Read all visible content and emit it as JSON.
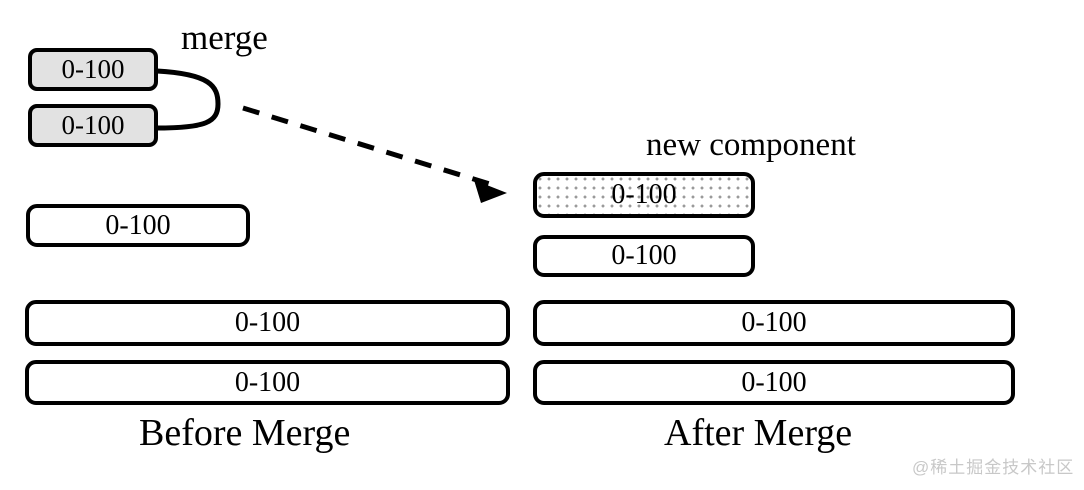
{
  "diagram": {
    "title_left": "Before Merge",
    "title_right": "After Merge",
    "annotations": {
      "merge": "merge",
      "new_component": "new component"
    },
    "watermark": "@稀土掘金技术社区",
    "colors": {
      "stroke": "#000000",
      "grey_fill": "#e2e2e2",
      "stipple_dot": "#9a9a9a",
      "background": "#ffffff",
      "watermark": "#c8c8c8"
    },
    "before": {
      "component_boxes": [
        {
          "label": "0-100",
          "fill": "grey"
        },
        {
          "label": "0-100",
          "fill": "grey"
        }
      ],
      "level_bars": [
        {
          "label": "0-100",
          "fill": "white",
          "width": "medium"
        },
        {
          "label": "0-100",
          "fill": "white",
          "width": "wide"
        },
        {
          "label": "0-100",
          "fill": "white",
          "width": "wide"
        }
      ]
    },
    "after": {
      "component_boxes": [
        {
          "label": "0-100",
          "fill": "stippled"
        },
        {
          "label": "0-100",
          "fill": "white"
        }
      ],
      "level_bars": [
        {
          "label": "0-100",
          "fill": "white",
          "width": "wide"
        },
        {
          "label": "0-100",
          "fill": "white",
          "width": "wide"
        }
      ]
    }
  }
}
